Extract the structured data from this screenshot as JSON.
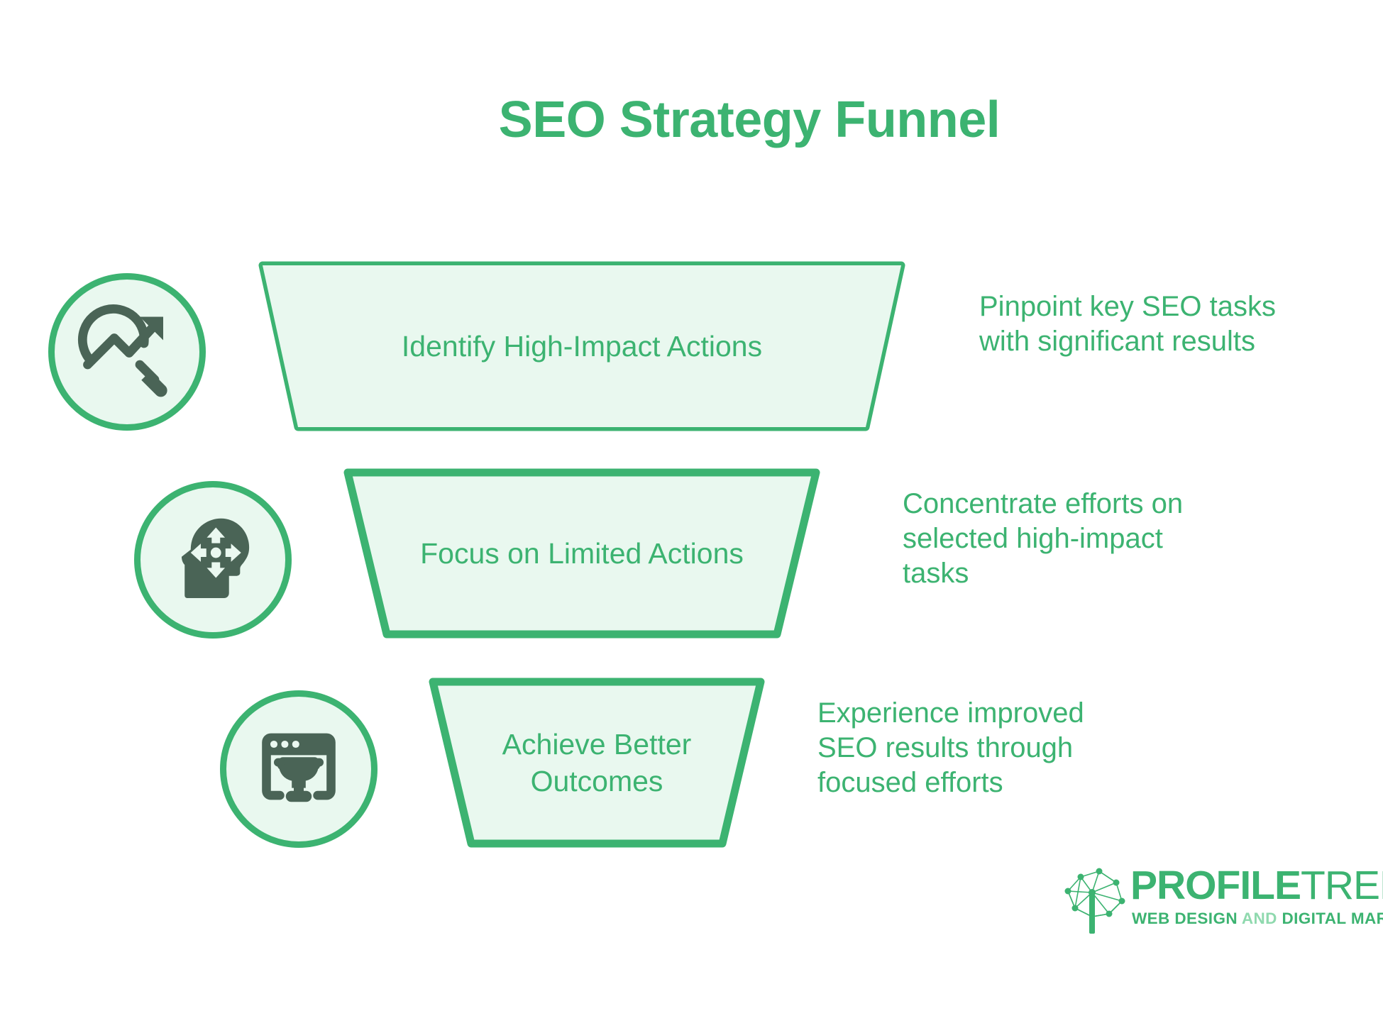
{
  "title": "SEO Strategy Funnel",
  "colors": {
    "accent_green": "#3cb371",
    "fill_light_green": "#e9f8ef",
    "icon_dark": "#4a6456",
    "background": "#ffffff"
  },
  "stages": [
    {
      "icon_name": "search-trend-icon",
      "label": "Identify High-Impact Actions",
      "description": "Pinpoint key SEO tasks\nwith significant results"
    },
    {
      "icon_name": "head-focus-icon",
      "label": "Focus on Limited Actions",
      "description": "Concentrate efforts on\nselected high-impact\ntasks"
    },
    {
      "icon_name": "browser-trophy-icon",
      "label": "Achieve Better\nOutcomes",
      "description": "Experience improved\nSEO results through\nfocused efforts"
    }
  ],
  "logo": {
    "mark_name": "network-tree-icon",
    "name_bold": "PROFILE",
    "name_light": "TREE",
    "tagline_part1": "WEB DESIGN",
    "tagline_part2": "AND",
    "tagline_part3": "DIGITAL MARKETING"
  }
}
